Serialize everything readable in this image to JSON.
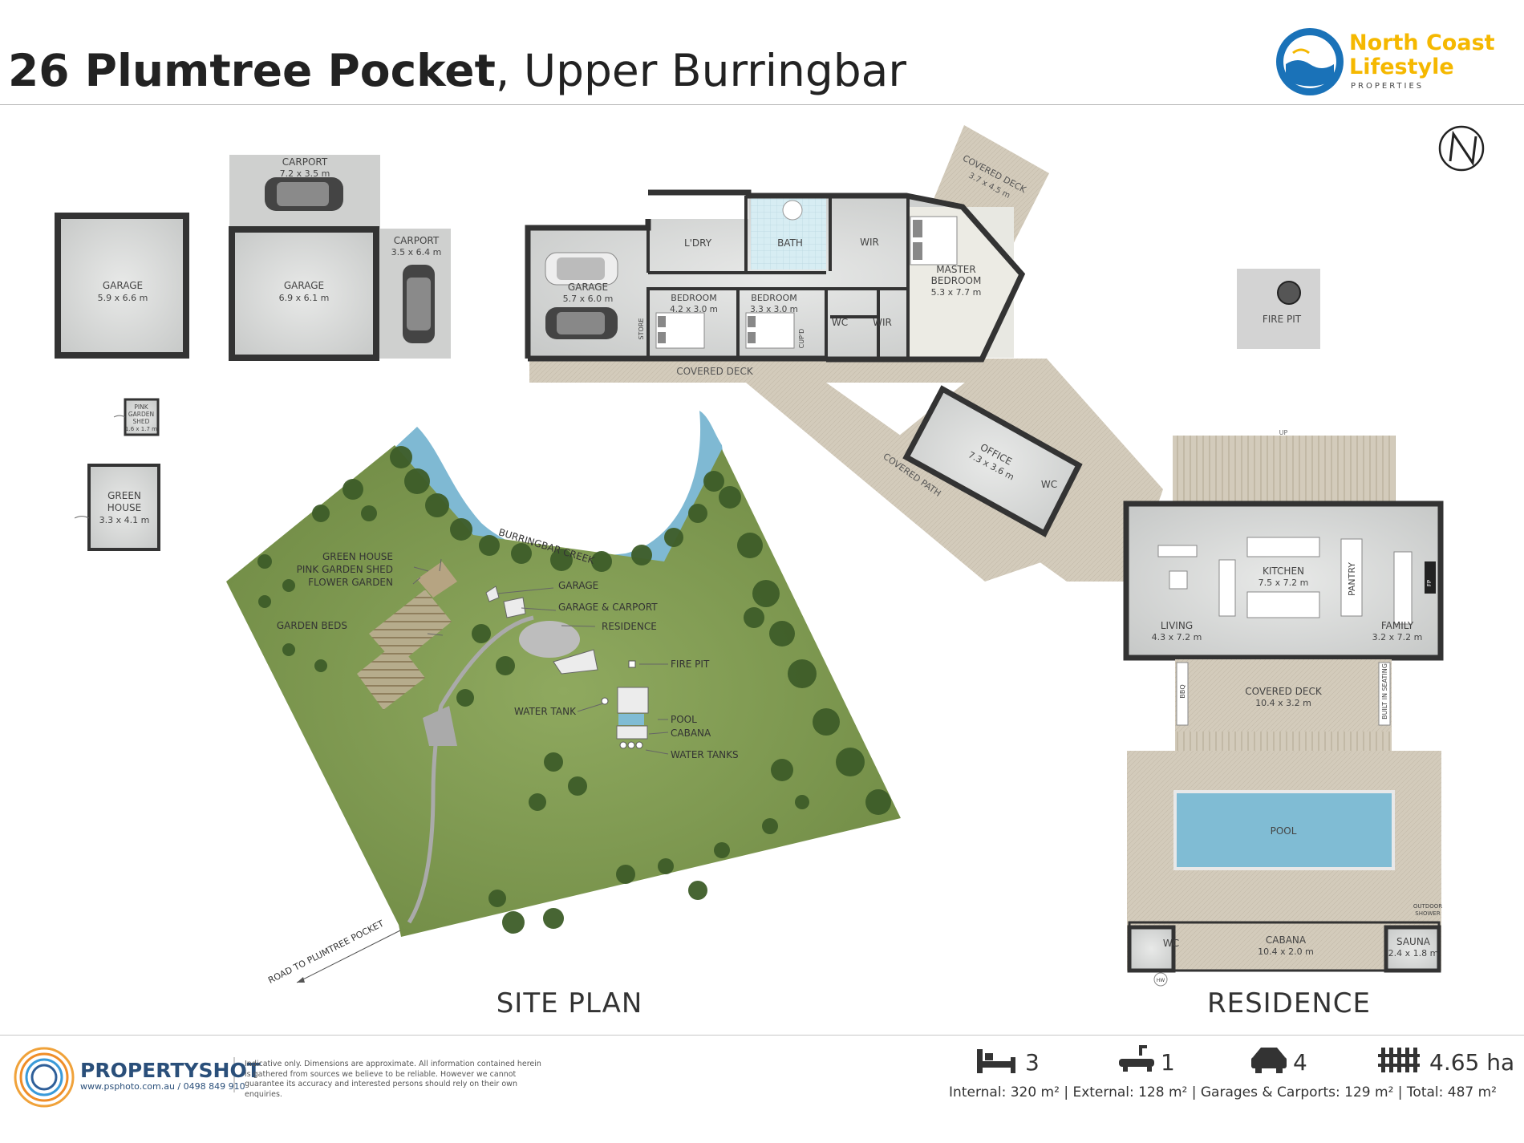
{
  "header": {
    "title_bold": "26 Plumtree Pocket",
    "title_rest": ", Upper Burringbar"
  },
  "brand": {
    "line1": "North Coast",
    "line2": "Lifestyle",
    "line3": "PROPERTIES"
  },
  "outbuildings": {
    "carport_top": {
      "name": "CARPORT",
      "dims": "7.2 x 3.5 m"
    },
    "carport_side": {
      "name": "CARPORT",
      "dims": "3.5 x 6.4 m"
    },
    "garage_left": {
      "name": "GARAGE",
      "dims": "5.9 x 6.6 m"
    },
    "garage_mid": {
      "name": "GARAGE",
      "dims": "6.9 x 6.1 m"
    },
    "pink_shed": {
      "line1": "PINK",
      "line2": "GARDEN",
      "line3": "SHED",
      "dims": "1.6 x 1.7 m"
    },
    "green_house": {
      "line1": "GREEN",
      "line2": "HOUSE",
      "dims": "3.3 x 4.1 m"
    }
  },
  "residence_plan": {
    "garage": {
      "name": "GARAGE",
      "dims": "5.7 x 6.0 m"
    },
    "laundry": "L'DRY",
    "bath": "BATH",
    "wir1": "WIR",
    "wir2": "WIR",
    "master": {
      "line1": "MASTER",
      "line2": "BEDROOM",
      "dims": "5.3 x 7.7 m"
    },
    "bed1": {
      "name": "BEDROOM",
      "dims": "4.2 x 3.0 m"
    },
    "bed2": {
      "name": "BEDROOM",
      "dims": "3.3 x 3.0 m"
    },
    "store": "STORE",
    "cupd": "CUP'D",
    "wc": "WC",
    "covered_deck": "COVERED DECK",
    "covered_deck_top": {
      "name": "COVERED DECK",
      "dims": "3.7 x 4.5 m"
    },
    "covered_path": "COVERED PATH",
    "office": {
      "name": "OFFICE",
      "dims": "7.3 x 3.6 m"
    },
    "office_wc": "WC",
    "fire_pit": "FIRE PIT",
    "kitchen": {
      "name": "KITCHEN",
      "dims": "7.5 x 7.2 m"
    },
    "pantry": "PANTRY",
    "living": {
      "name": "LIVING",
      "dims": "4.3 x 7.2 m"
    },
    "family": {
      "name": "FAMILY",
      "dims": "3.2 x 7.2 m"
    },
    "fp": "FP",
    "up": "UP",
    "bbq": "BBQ",
    "built_in_seating": "BUILT IN SEATING",
    "deck": {
      "name": "COVERED DECK",
      "dims": "10.4 x 3.2 m"
    },
    "pool": "POOL",
    "outdoor_shower": {
      "line1": "OUTDOOR",
      "line2": "SHOWER"
    },
    "cabana": {
      "name": "CABANA",
      "dims": "10.4 x 2.0 m"
    },
    "cabana_wc": "WC",
    "sauna": {
      "name": "SAUNA",
      "dims": "2.4 x 1.8 m"
    },
    "hw": "HW",
    "section_title": "RESIDENCE"
  },
  "site_plan": {
    "creek": "BURRINGBAR CREEK",
    "green_house": "GREEN HOUSE",
    "pink_shed": "PINK GARDEN SHED",
    "flower_garden": "FLOWER GARDEN",
    "garden_beds": "GARDEN BEDS",
    "garage": "GARAGE",
    "garage_carport": "GARAGE & CARPORT",
    "residence": "RESIDENCE",
    "fire_pit": "FIRE PIT",
    "water_tank": "WATER TANK",
    "pool": "POOL",
    "cabana": "CABANA",
    "water_tanks": "WATER TANKS",
    "road": "ROAD TO PLUMTREE POCKET",
    "section_title": "SITE PLAN"
  },
  "footer": {
    "company": "PROPERTYSHOT",
    "contact": "www.psphoto.com.au / 0498 849 910",
    "disclaimer": "Indicative only.  Dimensions are approximate.  All information contained herein is gathered from sources we believe to be reliable.  However we cannot guarantee its accuracy and interested persons should rely on their own enquiries.",
    "beds": "3",
    "baths": "1",
    "cars": "4",
    "land": "4.65 ha",
    "areas": "Internal: 320 m²   |   External: 128 m²   |   Garages & Carports: 129 m²   |   Total: 487 m²"
  },
  "colors": {
    "wall": "#3a3a3a",
    "floor": "#d4d6d5",
    "deck": "#cfc6b6",
    "bath_tile": "#d6ecf2",
    "lawn": "#7f9a52",
    "tree": "#3f5f2a",
    "water": "#7fb9d3",
    "brand_blue": "#1a72b8",
    "brand_yellow": "#f5b800",
    "footer_blue": "#2a4f7a"
  }
}
